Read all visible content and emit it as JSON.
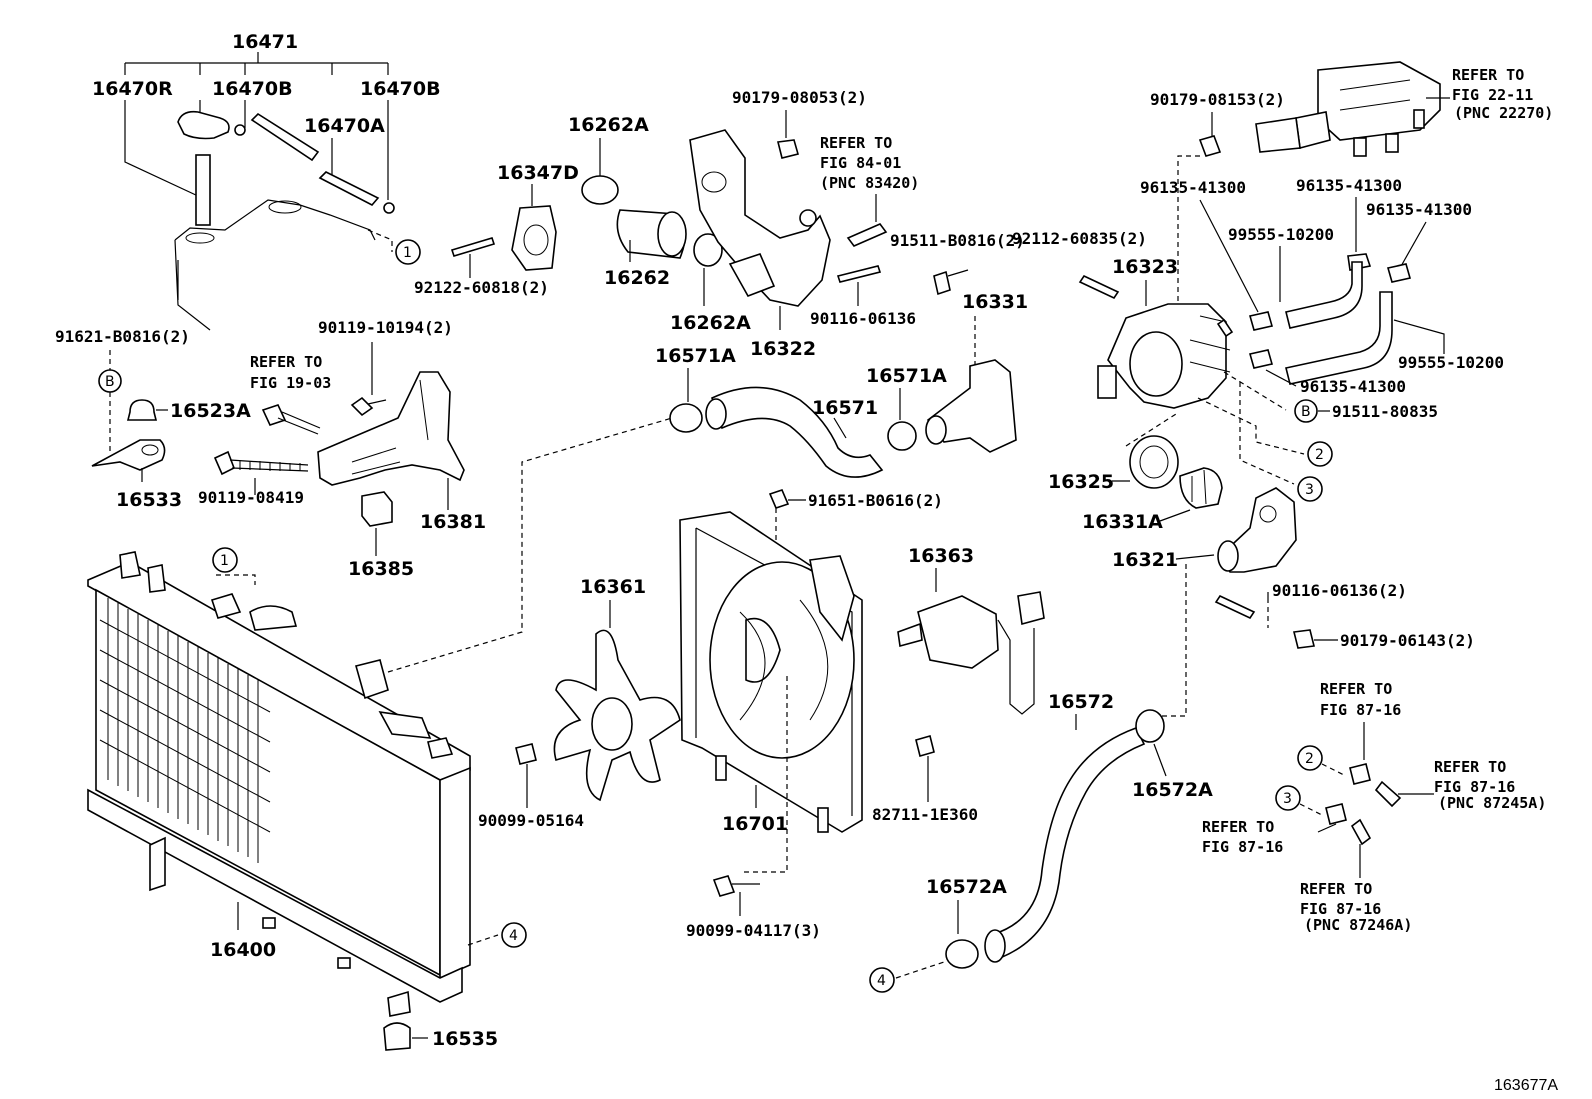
{
  "figure_id": "163677A",
  "part_numbers": {
    "p16471": "16471",
    "p16470R": "16470R",
    "p16470B_a": "16470B",
    "p16470B_b": "16470B",
    "p16470A": "16470A",
    "p91621": "91621-B0816(2)",
    "p16523A": "16523A",
    "p16533": "16533",
    "p90119_10194": "90119-10194(2)",
    "p90119_08419": "90119-08419",
    "p16381": "16381",
    "p16385": "16385",
    "p16347D": "16347D",
    "p92122": "92122-60818(2)",
    "p16262A_a": "16262A",
    "p16262": "16262",
    "p16262A_b": "16262A",
    "p16322": "16322",
    "p90179_08053": "90179-08053(2)",
    "p90116_06136": "90116-06136",
    "p91511_B0816": "91511-B0816(2)",
    "p16331": "16331",
    "p16571A_a": "16571A",
    "p16571": "16571",
    "p16571A_b": "16571A",
    "p90179_08153": "90179-08153(2)",
    "p96135_a": "96135-41300",
    "p96135_b": "96135-41300",
    "p96135_c": "96135-41300",
    "p96135_d": "96135-41300",
    "p92112": "92112-60835(2)",
    "p16323": "16323",
    "p99555_a": "99555-10200",
    "p99555_b": "99555-10200",
    "p91511_80835": "91511-80835",
    "p16325": "16325",
    "p16331A": "16331A",
    "p16321": "16321",
    "p90116_06136_2": "90116-06136(2)",
    "p90179_06143": "90179-06143(2)",
    "p91651": "91651-B0616(2)",
    "p16363": "16363",
    "p16361": "16361",
    "p90099_05164": "90099-05164",
    "p16701": "16701",
    "p82711": "82711-1E360",
    "p90099_04117": "90099-04117(3)",
    "p16572": "16572",
    "p16572A_a": "16572A",
    "p16572A_b": "16572A",
    "p16400": "16400",
    "p16535": "16535"
  },
  "references": {
    "r1": [
      "REFER TO",
      "FIG 19-03"
    ],
    "r2": [
      "REFER TO",
      "FIG 84-01",
      "(PNC 83420)"
    ],
    "r3": [
      "REFER TO",
      "FIG 22-11",
      "(PNC 22270)"
    ],
    "r4": [
      "REFER TO",
      "FIG 87-16"
    ],
    "r5": [
      "REFER TO",
      "FIG 87-16",
      "(PNC 87245A)"
    ],
    "r6": [
      "REFER TO",
      "FIG 87-16"
    ],
    "r7": [
      "REFER TO",
      "FIG 87-16",
      "(PNC 87246A)"
    ]
  },
  "callouts": {
    "c1": "1",
    "c2": "2",
    "c3": "3",
    "c4": "4",
    "cB": "B"
  }
}
